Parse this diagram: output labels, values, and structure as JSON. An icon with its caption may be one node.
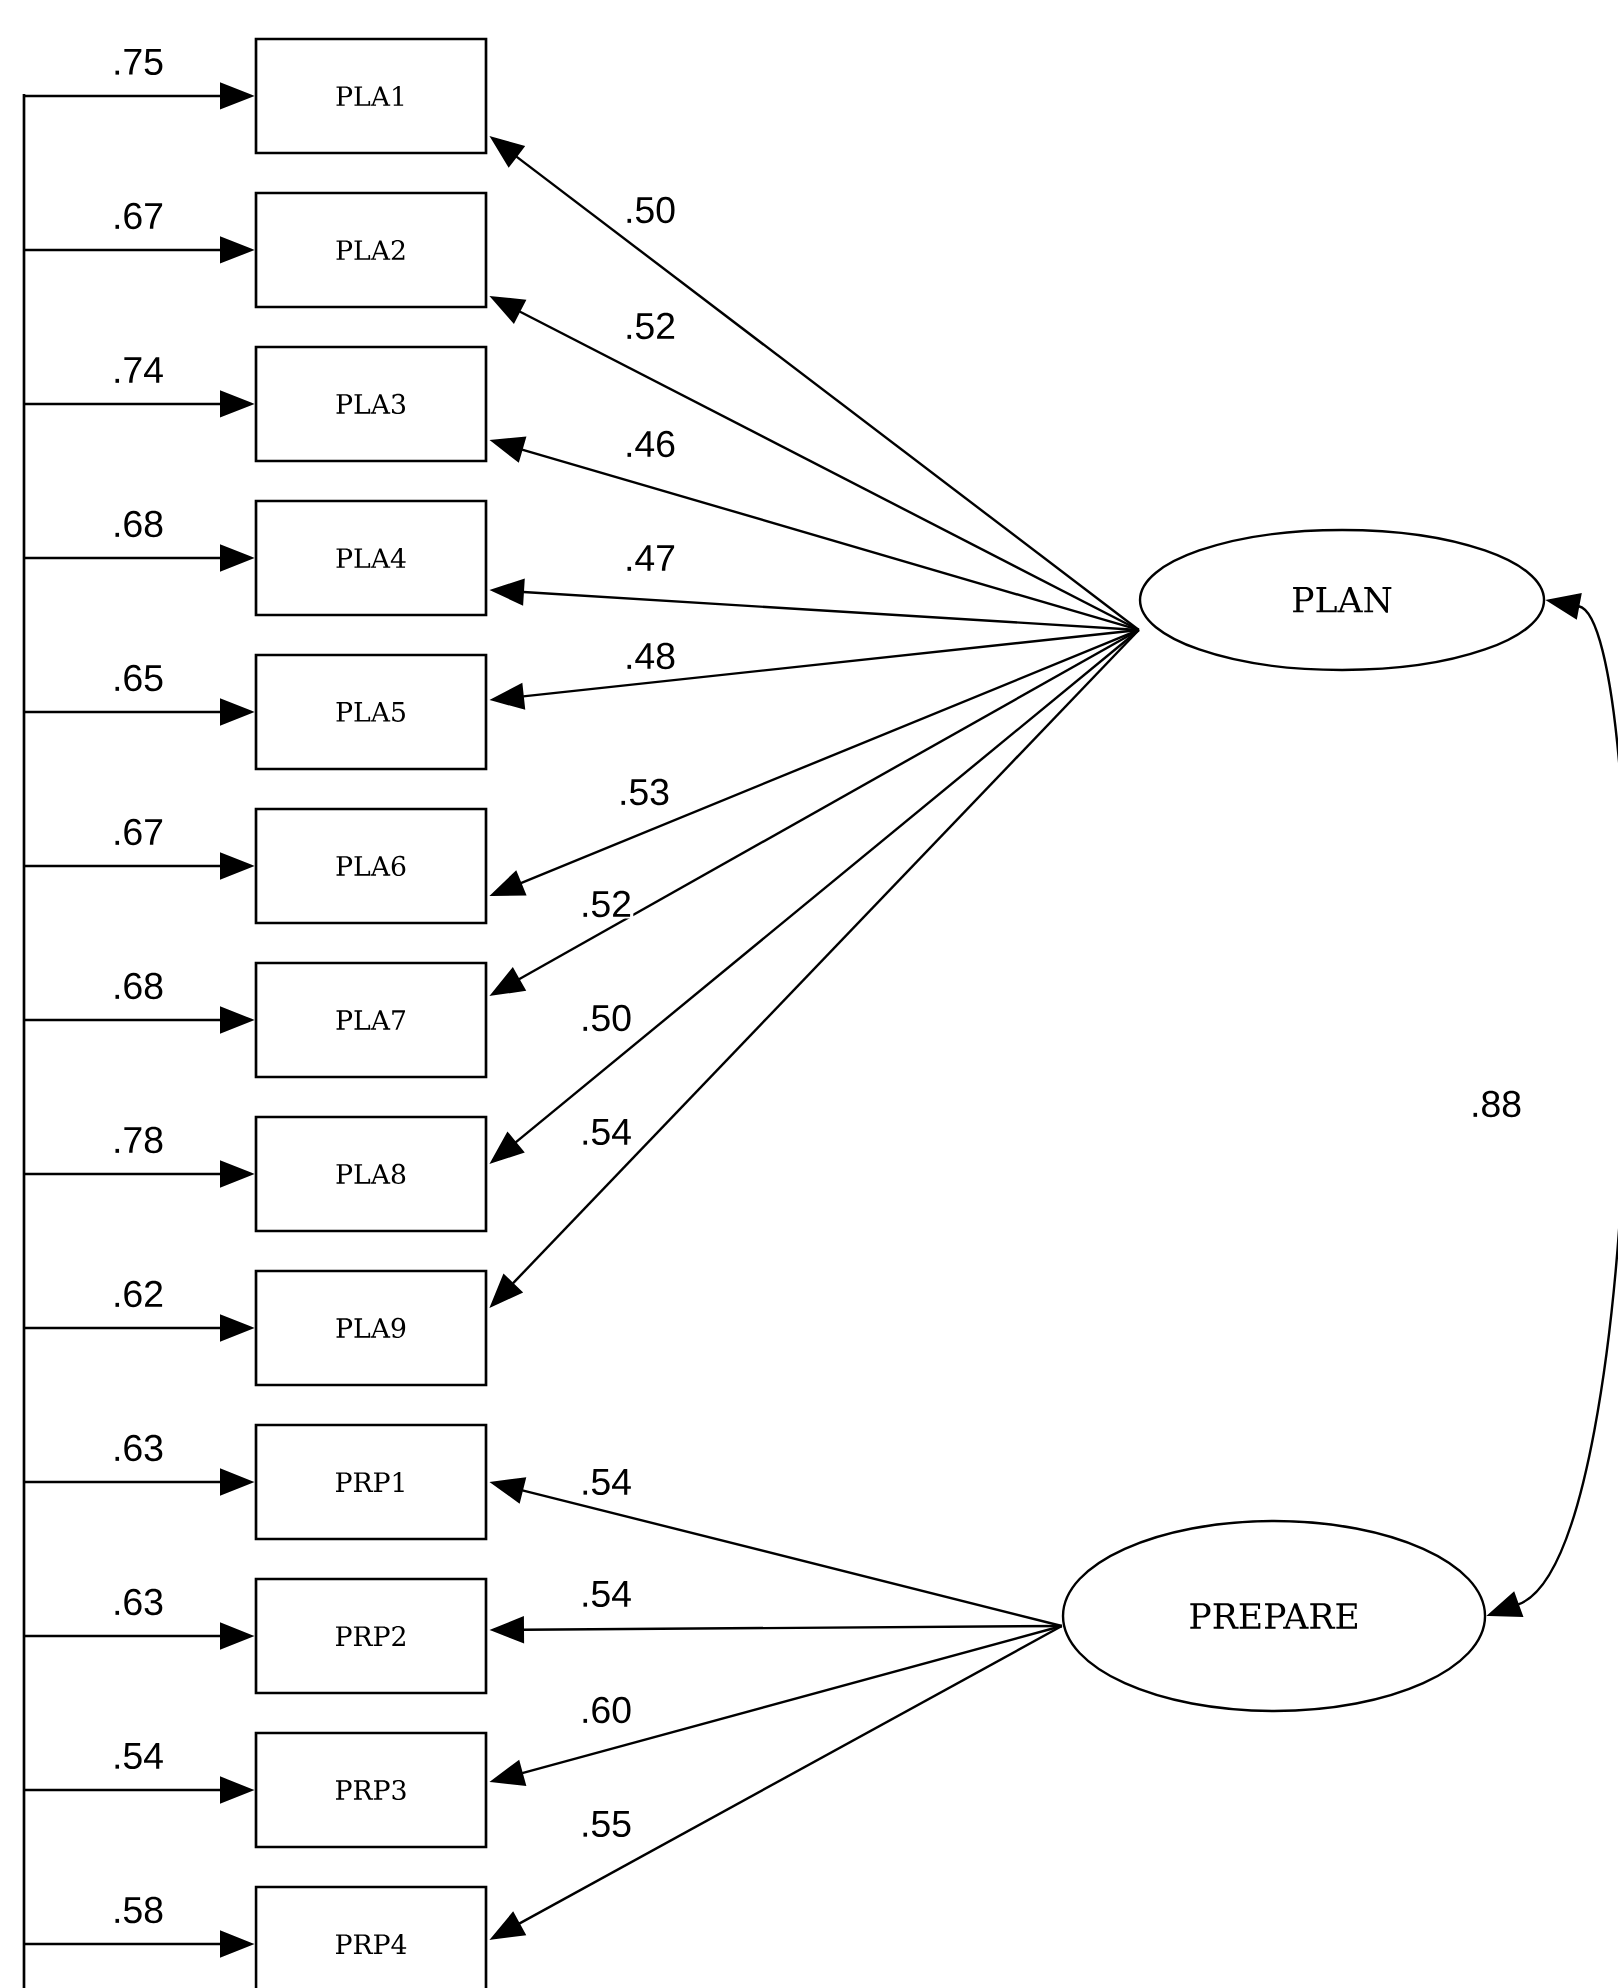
{
  "diagram": {
    "nodes": [
      {
        "text": [
          "PLA1"
        ]
      },
      {
        "text": [
          "PLA2"
        ]
      },
      {
        "text": [
          "PLA3"
        ]
      },
      {
        "text": [
          "PLA4"
        ]
      },
      {
        "text": [
          "PLA5"
        ]
      },
      {
        "text": [
          "PLA6"
        ]
      },
      {
        "text": [
          "PLA7"
        ]
      },
      {
        "text": [
          "PLA8"
        ]
      },
      {
        "text": [
          "PLA9"
        ]
      },
      {
        "text": [
          "PRP1"
        ]
      },
      {
        "text": [
          "PRP2"
        ]
      },
      {
        "text": [
          "PRP3"
        ]
      },
      {
        "text": [
          "PRP4"
        ]
      },
      {
        "text": [
          "PLAN"
        ]
      },
      {
        "text": [
          "PREPARE"
        ]
      }
    ],
    "edges": [
      {
        "from": null,
        "to": 0,
        "arrow": "to",
        "label": ".75"
      },
      {
        "from": null,
        "to": 1,
        "arrow": "to",
        "label": ".67"
      },
      {
        "from": null,
        "to": 2,
        "arrow": "to",
        "label": ".74"
      },
      {
        "from": null,
        "to": 3,
        "arrow": "to",
        "label": ".68"
      },
      {
        "from": null,
        "to": 4,
        "arrow": "to",
        "label": ".65"
      },
      {
        "from": null,
        "to": 5,
        "arrow": "to",
        "label": ".67"
      },
      {
        "from": null,
        "to": 6,
        "arrow": "to",
        "label": ".68"
      },
      {
        "from": null,
        "to": 7,
        "arrow": "to",
        "label": ".78"
      },
      {
        "from": null,
        "to": 8,
        "arrow": "to",
        "label": ".62"
      },
      {
        "from": null,
        "to": 9,
        "arrow": "to",
        "label": ".63"
      },
      {
        "from": null,
        "to": 10,
        "arrow": "to",
        "label": ".63"
      },
      {
        "from": null,
        "to": 11,
        "arrow": "to",
        "label": ".54"
      },
      {
        "from": null,
        "to": 12,
        "arrow": "to",
        "label": ".58"
      },
      {
        "from": 13,
        "to": 0,
        "arrow": "to",
        "label": ".50"
      },
      {
        "from": 13,
        "to": 1,
        "arrow": "to",
        "label": ".52"
      },
      {
        "from": 13,
        "to": 2,
        "arrow": "to",
        "label": ".46"
      },
      {
        "from": 13,
        "to": 3,
        "arrow": "to",
        "label": ".47"
      },
      {
        "from": 13,
        "to": 4,
        "arrow": "to",
        "label": ".48"
      },
      {
        "from": 13,
        "to": 5,
        "arrow": "to",
        "label": ".53"
      },
      {
        "from": 13,
        "to": 6,
        "arrow": "to",
        "label": ".52"
      },
      {
        "from": 13,
        "to": 7,
        "arrow": "to",
        "label": ".50"
      },
      {
        "from": 13,
        "to": 8,
        "arrow": "to",
        "label": ".54"
      },
      {
        "from": 14,
        "to": 9,
        "arrow": "to",
        "label": ".54"
      },
      {
        "from": 14,
        "to": 10,
        "arrow": "to",
        "label": ".54"
      },
      {
        "from": 14,
        "to": 11,
        "arrow": "to",
        "label": ".60"
      },
      {
        "from": 14,
        "to": 12,
        "arrow": "to",
        "label": ".55"
      },
      {
        "from": 13,
        "to": 14,
        "arrow": "both",
        "label": ".88"
      }
    ]
  }
}
